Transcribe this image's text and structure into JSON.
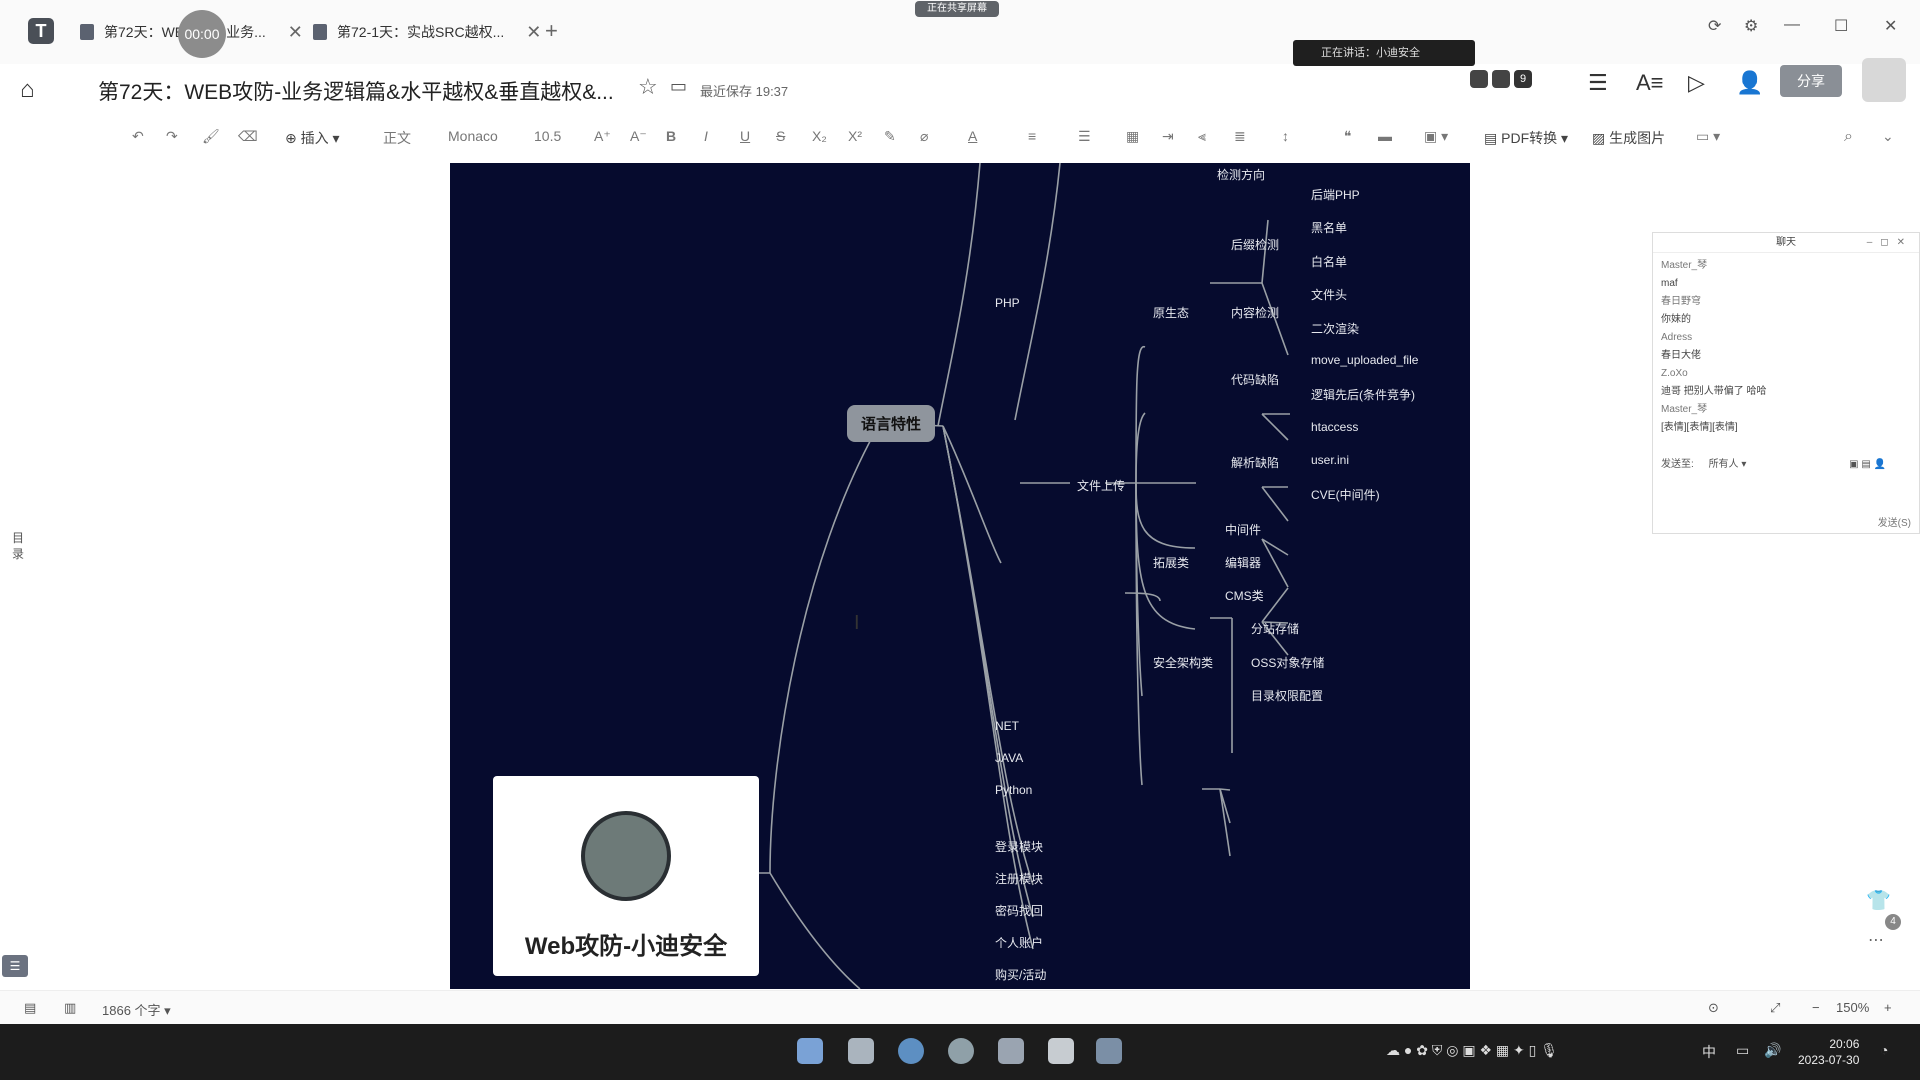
{
  "tabs": [
    {
      "label": "第72天：WEB攻防-业务..."
    },
    {
      "label": "第72-1天：实战SRC越权..."
    }
  ],
  "timer": "00:00",
  "sharing_banner": "正在共享屏幕",
  "doc": {
    "title": "第72天：WEB攻防-业务逻辑篇&水平越权&垂直越权&...",
    "saved_status": "最近保存 19:37"
  },
  "speaking_label": "正在讲话：小迪安全",
  "avatar_count": "9",
  "share_button": "分享",
  "toolbar": {
    "insert": "插入",
    "font": "Monaco",
    "font_size": "10.5",
    "pdf": "PDF转换",
    "gen_image": "生成图片"
  },
  "mindmap": {
    "topic": "语言特性",
    "php": "PHP",
    "net": "NET",
    "java": "JAVA",
    "python": "Python",
    "file_upload": "文件上传",
    "native": "原生态",
    "expand": "拓展类",
    "security_arch": "安全架构类",
    "detect_method": "检测方向",
    "suffix_check": "后缀检测",
    "content_check": "内容检测",
    "code_flaw": "代码缺陷",
    "parse_flaw": "解析缺陷",
    "backend_php": "后端PHP",
    "blacklist": "黑名单",
    "whitelist": "白名单",
    "file_header": "文件头",
    "second_render": "二次渲染",
    "move_uploaded": "move_uploaded_file",
    "logic_first": "逻辑先后(条件竞争)",
    "htaccess": "htaccess",
    "user_ini": "user.ini",
    "cve": "CVE(中间件)",
    "middleware": "中间件",
    "editor": "编辑器",
    "cms": "CMS类",
    "split_storage": "分站存储",
    "oss": "OSS对象存储",
    "dir_perm": "目录权限配置",
    "login": "登录模块",
    "register": "注册模块",
    "pwd_recover": "密码找回",
    "personal": "个人账户",
    "buy": "购买/活动"
  },
  "logo_text": "Web攻防-小迪安全",
  "outline_label": "目录",
  "chat": {
    "title": "聊天",
    "messages": [
      {
        "text": "Master_琴",
        "user": true
      },
      {
        "text": "maf",
        "user": false
      },
      {
        "text": "春日野穹",
        "user": true
      },
      {
        "text": "你妹的",
        "user": false
      },
      {
        "text": "Adress",
        "user": true
      },
      {
        "text": "春日大佬",
        "user": false
      },
      {
        "text": "Z.oXo",
        "user": true
      },
      {
        "text": "迪哥 把别人带偏了 哈哈",
        "user": false
      },
      {
        "text": "Master_琴",
        "user": true
      },
      {
        "text": "[表情][表情][表情]",
        "user": false
      }
    ],
    "send_to": "发送至:",
    "audience": "所有人",
    "send": "发送(S)"
  },
  "badge_count": "4",
  "statusbar": {
    "word_count": "1866 个字",
    "zoom": "150%"
  },
  "clock": {
    "time": "20:06",
    "date": "2023-07-30"
  },
  "tray_ime": "中"
}
